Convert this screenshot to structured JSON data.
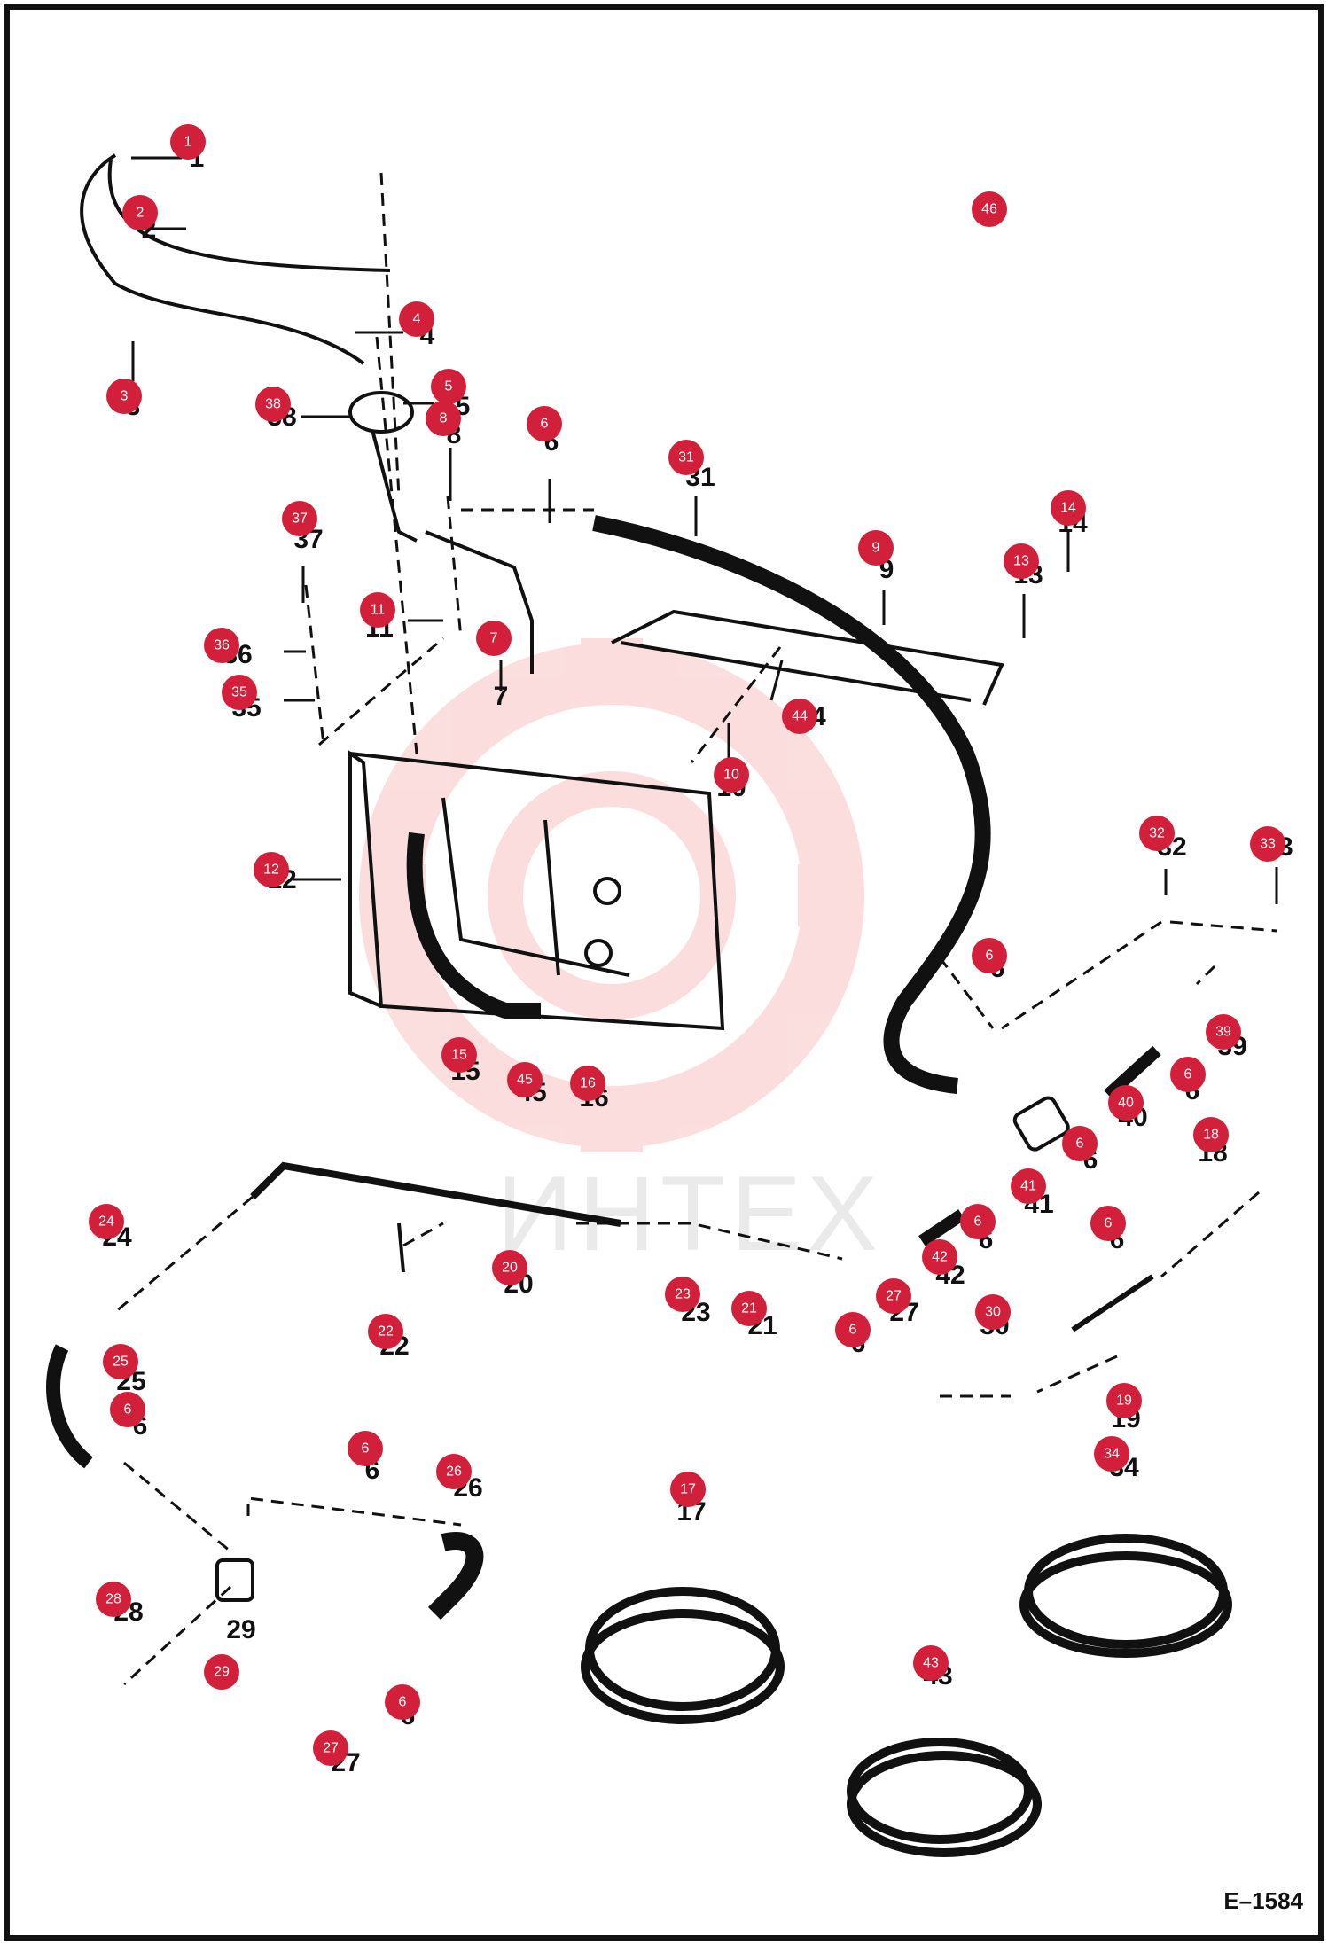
{
  "drawing": {
    "code": "E–1584",
    "watermark": "ИНТЕХ"
  },
  "colors": {
    "callout": "#d3203a",
    "ink": "#111111",
    "watermark": "#f4a0a0"
  },
  "callouts": [
    "1",
    "2",
    "3",
    "4",
    "5",
    "8",
    "38",
    "6",
    "31",
    "9",
    "14",
    "13",
    "37",
    "11",
    "7",
    "36",
    "35",
    "10",
    "44",
    "12",
    "32",
    "33",
    "6",
    "39",
    "6",
    "15",
    "45",
    "16",
    "40",
    "6",
    "18",
    "41",
    "6",
    "42",
    "6",
    "20",
    "23",
    "21",
    "22",
    "24",
    "6",
    "27",
    "30",
    "25",
    "6",
    "19",
    "34",
    "6",
    "26",
    "17",
    "28",
    "29",
    "43",
    "27",
    "6",
    "46"
  ],
  "printed_numbers": [
    "1",
    "2",
    "3",
    "4",
    "5",
    "38",
    "8",
    "6",
    "31",
    "9",
    "14",
    "13",
    "37",
    "11",
    "7",
    "36",
    "35",
    "10",
    "44",
    "12",
    "32",
    "33",
    "6",
    "39",
    "6",
    "15",
    "45",
    "16",
    "40",
    "6",
    "18",
    "41",
    "6",
    "42",
    "6",
    "20",
    "23",
    "21",
    "22",
    "24",
    "6",
    "27",
    "30",
    "25",
    "6",
    "19",
    "34",
    "6",
    "26",
    "17",
    "28",
    "29",
    "43",
    "27",
    "6"
  ]
}
